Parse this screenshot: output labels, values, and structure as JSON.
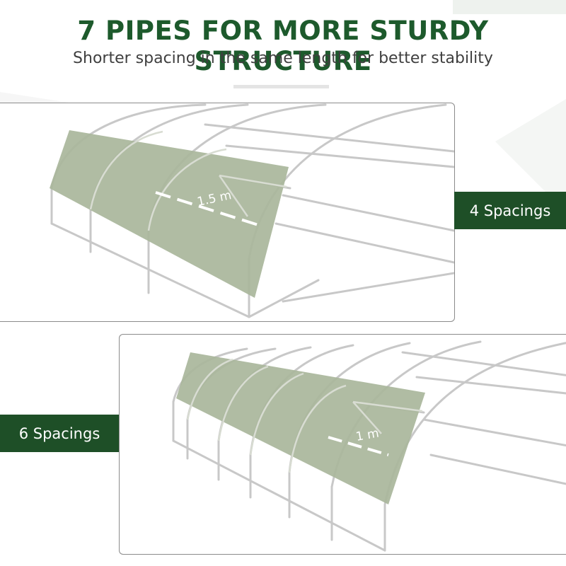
{
  "header": {
    "title": "7 PIPES FOR MORE STURDY STRUCTURE",
    "subtitle": "Shorter spacing in the same length for better stability"
  },
  "panels": [
    {
      "badge": "4 Spacings",
      "spacing_label": "1.5 m"
    },
    {
      "badge": "6 Spacings",
      "spacing_label": "1 m"
    }
  ],
  "colors": {
    "title_green": "#1d5a2c",
    "badge_green": "#1e4f27",
    "cover_green": "#a9b69b",
    "frame_gray": "#c8c8c8"
  }
}
